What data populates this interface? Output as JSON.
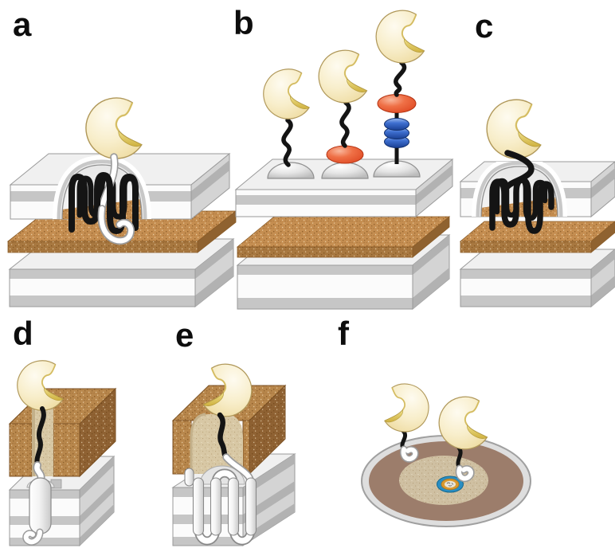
{
  "figure": {
    "panels": [
      {
        "id": "a",
        "label": "a"
      },
      {
        "id": "b",
        "label": "b"
      },
      {
        "id": "c",
        "label": "c"
      },
      {
        "id": "d",
        "label": "d"
      },
      {
        "id": "e",
        "label": "e"
      },
      {
        "id": "f",
        "label": "f"
      }
    ],
    "icons": {
      "protein": "pacman-protein-icon",
      "black_tether": "flexible-linker-icon",
      "white_tether": "peptide-stalk-icon",
      "membrane": "layered-membrane-slab-icon",
      "cork_layer": "cell-wall-layer-icon",
      "dome": "anchor-dome-icon",
      "red_adaptor": "red-adaptor-domain-icon",
      "blue_adaptor": "blue-stacked-domain-icon",
      "helix": "transmembrane-helix-icon",
      "disc": "spore-top-view-icon"
    },
    "colors": {
      "background": "#ffffff",
      "protein_body": "#f8eecb",
      "protein_bite": "#d9bc4e",
      "tether_black": "#141414",
      "tether_white": "#ffffff",
      "slab_face": "#fbfbfb",
      "slab_band": "#c6c6c6",
      "slab_top": "#f0f0f0",
      "slab_side": "#d4d4d4",
      "cork_brown": "#c58e51",
      "cork_brown_dark": "#8f6230",
      "block_brown": "#b8874c",
      "groove_tan": "#d8c8a5",
      "dome_gray": "#dcdcdc",
      "adaptor_red": "#e4512b",
      "adaptor_blue": "#3e6fd0",
      "disc_rim": "#dedede",
      "disc_ring_brown": "#9c7d6b",
      "disc_center_tan": "#cfc0a2",
      "pore_blue": "#2a8ec2",
      "pore_orange": "#d9992f"
    }
  }
}
